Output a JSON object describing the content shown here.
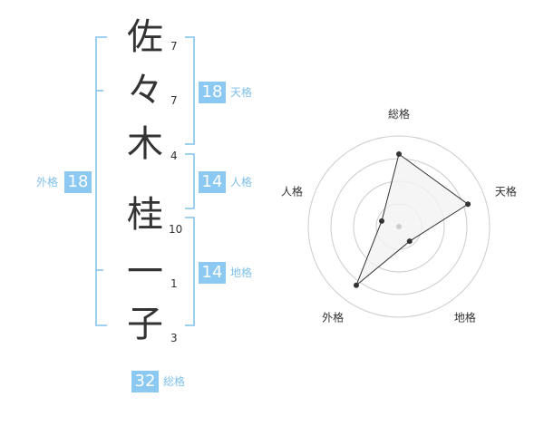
{
  "name": {
    "chars": [
      {
        "char": "佐",
        "strokes": "7"
      },
      {
        "char": "々",
        "strokes": "7"
      },
      {
        "char": "木",
        "strokes": "4"
      },
      {
        "char": "桂",
        "strokes": "10"
      },
      {
        "char": "一",
        "strokes": "1"
      },
      {
        "char": "子",
        "strokes": "3"
      }
    ]
  },
  "fortunes": {
    "tenkaku": {
      "value": "18",
      "label": "天格"
    },
    "jinkaku": {
      "value": "14",
      "label": "人格"
    },
    "chikaku": {
      "value": "14",
      "label": "地格"
    },
    "gaikaku": {
      "value": "18",
      "label": "外格"
    },
    "soukaku": {
      "value": "32",
      "label": "総格"
    }
  },
  "chart_data": {
    "type": "radar",
    "categories": [
      "総格",
      "天格",
      "地格",
      "外格",
      "人格"
    ],
    "values": [
      4,
      4,
      1,
      4,
      1
    ],
    "rmax": 5,
    "rings": 4,
    "grid": true,
    "colors": {
      "fill": "#f2f2f2",
      "line": "#333333",
      "ring": "#cccccc",
      "center": "#cccccc"
    }
  },
  "colors": {
    "accent": "#8cc9f2",
    "bracket": "#7fc0ea",
    "text": "#333333"
  }
}
